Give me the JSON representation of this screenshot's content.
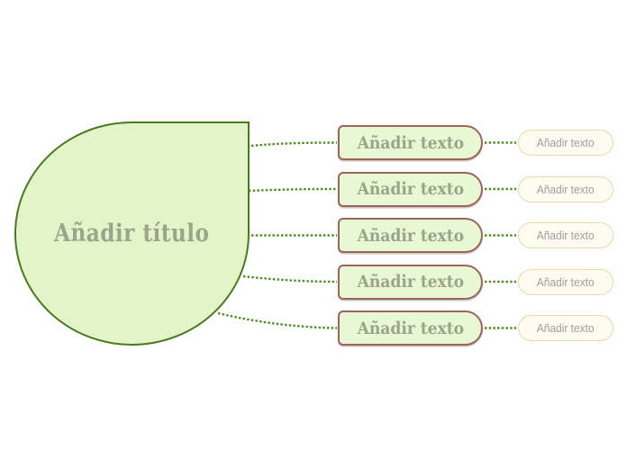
{
  "app": {
    "description": "Mind map editor canvas with placeholder nodes"
  },
  "palette": {
    "canvas_bg": "#ffffff",
    "root_fill": "#e2f4c8",
    "root_border": "#4a7a1d",
    "branch_fill": "#e8f7d4",
    "branch_border": "#99665c",
    "leaf_fill": "#fdfcf0",
    "leaf_border": "#ebd8ac",
    "connector": "#4e8c1e",
    "root_text": "#9ba58c",
    "branch_text": "#9aa48b",
    "leaf_text": "#9e9e9e"
  },
  "root": {
    "label": "Añadir título"
  },
  "branches": [
    {
      "label": "Añadir texto",
      "leaf": {
        "label": "Añadir texto"
      }
    },
    {
      "label": "Añadir texto",
      "leaf": {
        "label": "Añadir texto"
      }
    },
    {
      "label": "Añadir texto",
      "leaf": {
        "label": "Añadir texto"
      }
    },
    {
      "label": "Añadir texto",
      "leaf": {
        "label": "Añadir texto"
      }
    },
    {
      "label": "Añadir texto",
      "leaf": {
        "label": "Añadir texto"
      }
    }
  ]
}
